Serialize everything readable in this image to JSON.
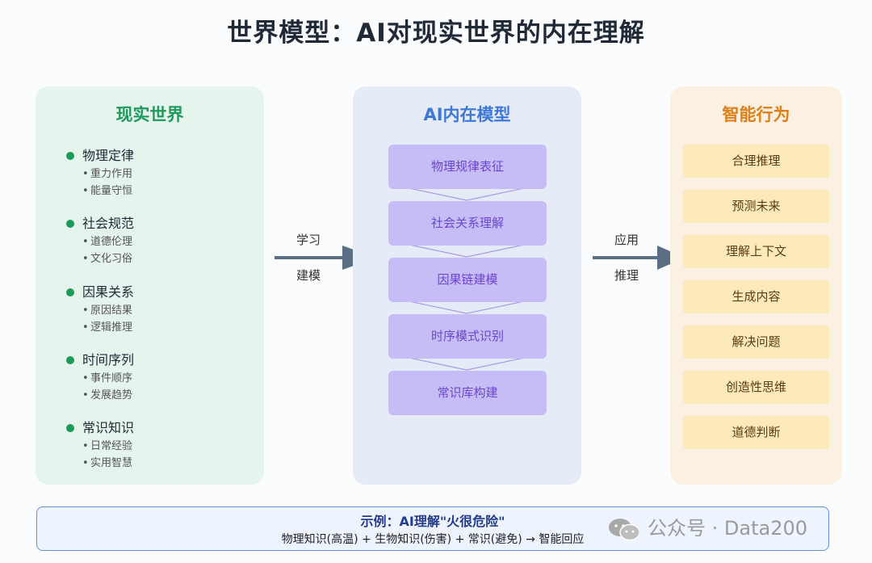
{
  "title": "世界模型：AI对现实世界的内在理解",
  "left_panel": {
    "title": "现实世界",
    "categories": [
      {
        "label": "物理定律",
        "items": [
          "重力作用",
          "能量守恒"
        ]
      },
      {
        "label": "社会规范",
        "items": [
          "道德伦理",
          "文化习俗"
        ]
      },
      {
        "label": "因果关系",
        "items": [
          "原因结果",
          "逻辑推理"
        ]
      },
      {
        "label": "时间序列",
        "items": [
          "事件顺序",
          "发展趋势"
        ]
      },
      {
        "label": "常识知识",
        "items": [
          "日常经验",
          "实用智慧"
        ]
      }
    ],
    "bullet": "•"
  },
  "middle_panel": {
    "title": "AI内在模型",
    "boxes": [
      "物理规律表征",
      "社会关系理解",
      "因果链建模",
      "时序模式识别",
      "常识库构建"
    ]
  },
  "right_panel": {
    "title": "智能行为",
    "boxes": [
      "合理推理",
      "预测未来",
      "理解上下文",
      "生成内容",
      "解决问题",
      "创造性思维",
      "道德判断"
    ]
  },
  "arrows": {
    "left": {
      "top_label": "学习",
      "bottom_label": "建模"
    },
    "right": {
      "top_label": "应用",
      "bottom_label": "推理"
    }
  },
  "example": {
    "title": "示例：AI理解\"火很危险\"",
    "text": "物理知识(高温) + 生物知识(伤害) + 常识(避免) → 智能回应"
  },
  "watermark": {
    "text": "公众号 · Data200",
    "icon": "wechat-icon"
  },
  "colors": {
    "left_accent": "#1f9a5c",
    "mid_accent": "#3d78d9",
    "right_accent": "#e07f17",
    "mid_box": "#c6bdf6",
    "right_box": "#fdeab9",
    "arrow": "#5a6f86"
  }
}
